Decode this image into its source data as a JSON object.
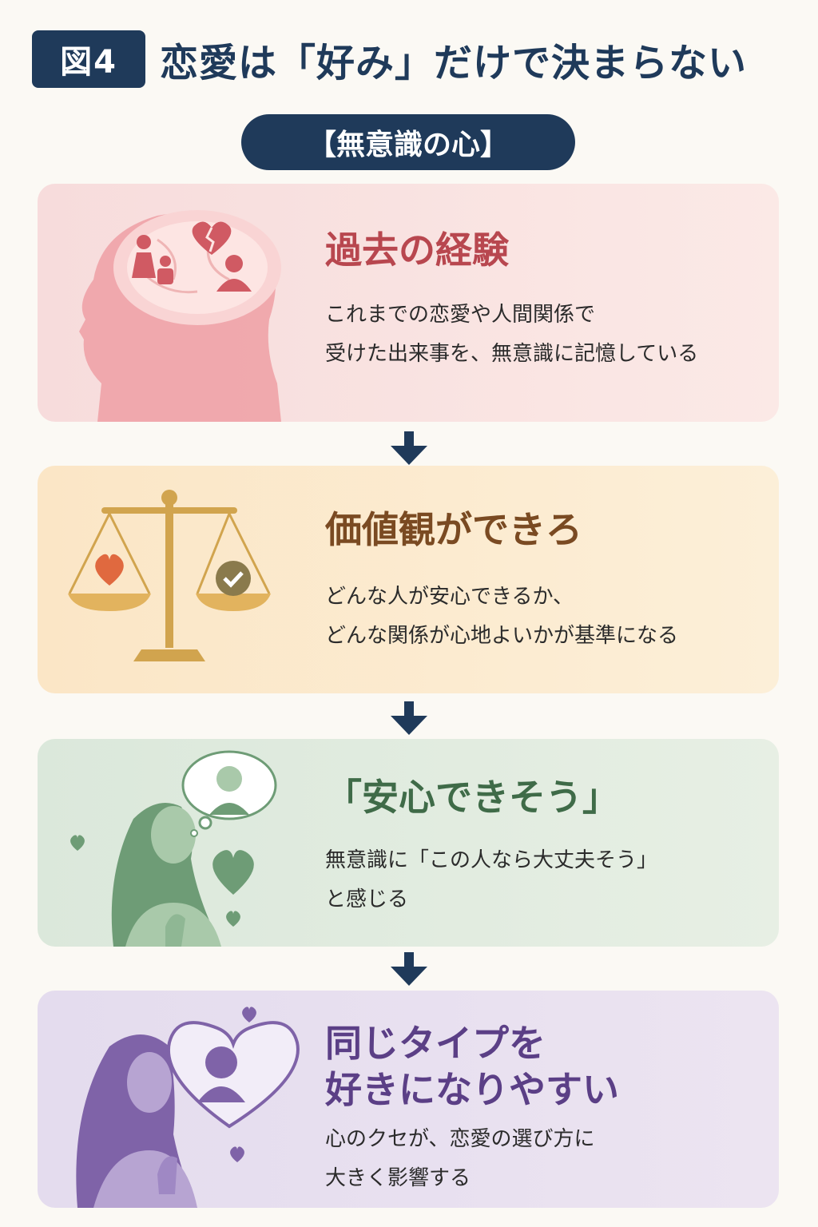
{
  "header": {
    "badge": "図4",
    "title": "恋愛は「好み」だけで決まらない"
  },
  "section_label": "【無意識の心】",
  "cards": [
    {
      "heading": "過去の経験",
      "description": "これまでの恋愛や人間関係で\n受けた出来事を、無意識に記憶している",
      "heading_color": "#b8474f",
      "illustration": "head-with-memories-icon"
    },
    {
      "heading": "価値観ができろ",
      "description": "どんな人が安心できるか、\nどんな関係が心地よいかが基準になる",
      "heading_color": "#7a4a22",
      "illustration": "balance-scale-icon"
    },
    {
      "heading": "「安心できそう」",
      "description": "無意識に「この人なら大丈夫そう」\nと感じる",
      "heading_color": "#3f6b48",
      "illustration": "woman-thinking-icon"
    },
    {
      "heading": "同じタイプを\n好きになりやすい",
      "description": "心のクセが、恋愛の選び方に\n大きく影響する",
      "heading_color": "#5b3f86",
      "illustration": "woman-heart-icon"
    }
  ]
}
